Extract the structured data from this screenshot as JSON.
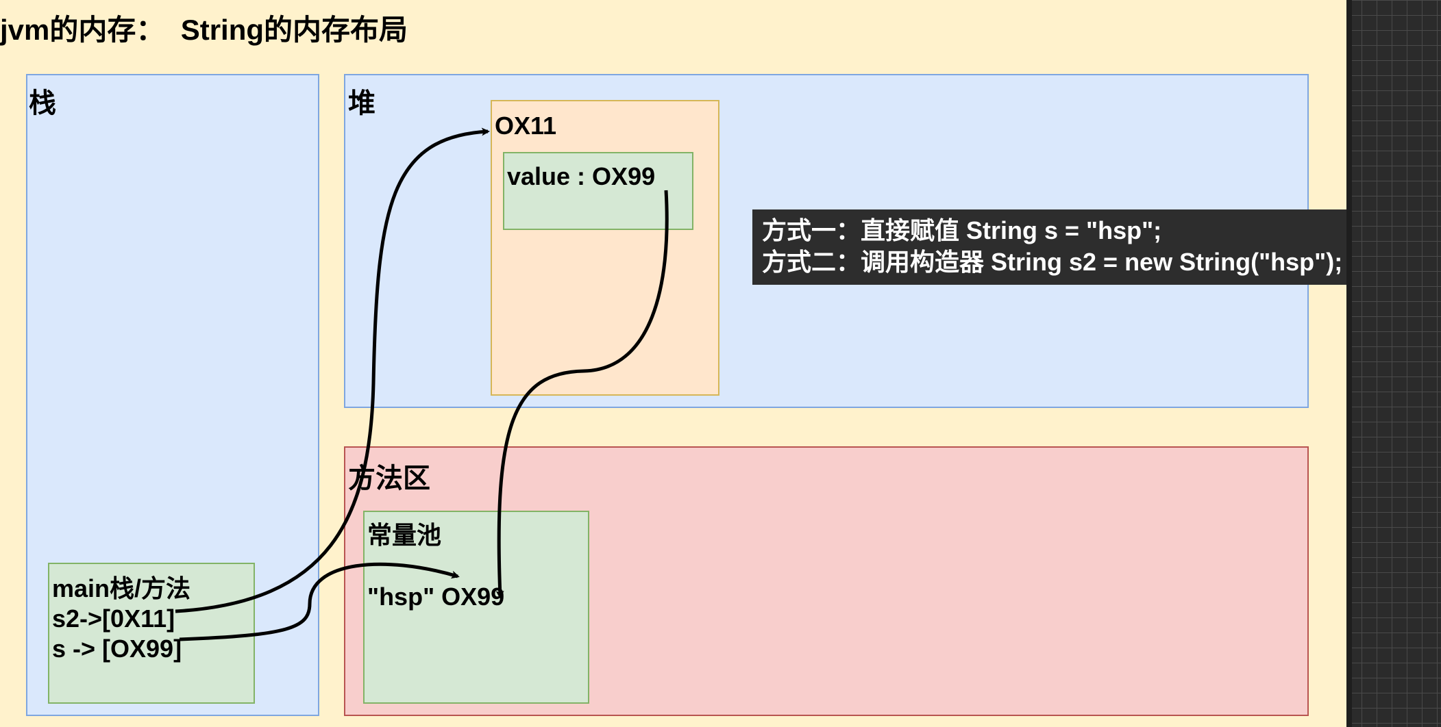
{
  "title": "jvm的内存：  String的内存布局",
  "stack": {
    "label": "栈",
    "frame": {
      "label": "main栈/方法",
      "s2": "s2->[0X11]",
      "s": "s -> [OX99]"
    }
  },
  "heap": {
    "label": "堆",
    "object": {
      "address": "OX11",
      "field": "value : OX99"
    }
  },
  "method_area": {
    "label": "方法区",
    "constant_pool": {
      "label": "常量池",
      "entry": "\"hsp\" OX99"
    }
  },
  "caption": {
    "line1": "方式一：直接赋值 String s = \"hsp\";",
    "line2": "方式二：调用构造器 String s2 = new String(\"hsp\");"
  },
  "colors": {
    "background": "#fff2cc",
    "region_blue": "#dae8fc",
    "region_green": "#d5e8d4",
    "region_orange": "#ffe6cc",
    "region_red": "#f8cecc",
    "caption_bg": "#2d2d2d"
  }
}
